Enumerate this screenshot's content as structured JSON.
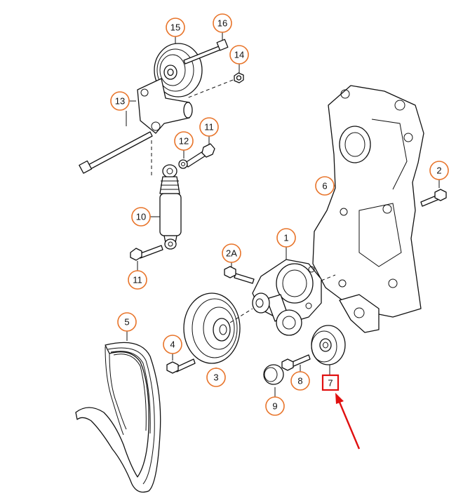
{
  "diagram": {
    "callouts": [
      {
        "id": "c15",
        "label": "15"
      },
      {
        "id": "c16",
        "label": "16"
      },
      {
        "id": "c14",
        "label": "14"
      },
      {
        "id": "c13",
        "label": "13"
      },
      {
        "id": "c11a",
        "label": "11"
      },
      {
        "id": "c12",
        "label": "12"
      },
      {
        "id": "c10",
        "label": "10"
      },
      {
        "id": "c11b",
        "label": "11"
      },
      {
        "id": "c2",
        "label": "2"
      },
      {
        "id": "c6",
        "label": "6"
      },
      {
        "id": "c1",
        "label": "1"
      },
      {
        "id": "c2a",
        "label": "2A"
      },
      {
        "id": "c5",
        "label": "5"
      },
      {
        "id": "c4",
        "label": "4"
      },
      {
        "id": "c3",
        "label": "3"
      },
      {
        "id": "c8",
        "label": "8"
      },
      {
        "id": "c9",
        "label": "9"
      },
      {
        "id": "c7",
        "label": "7"
      }
    ],
    "highlight_label": "7",
    "colors": {
      "callout_ring": "#e8742a",
      "highlight": "#e01010",
      "line": "#111111",
      "background": "#ffffff"
    }
  }
}
